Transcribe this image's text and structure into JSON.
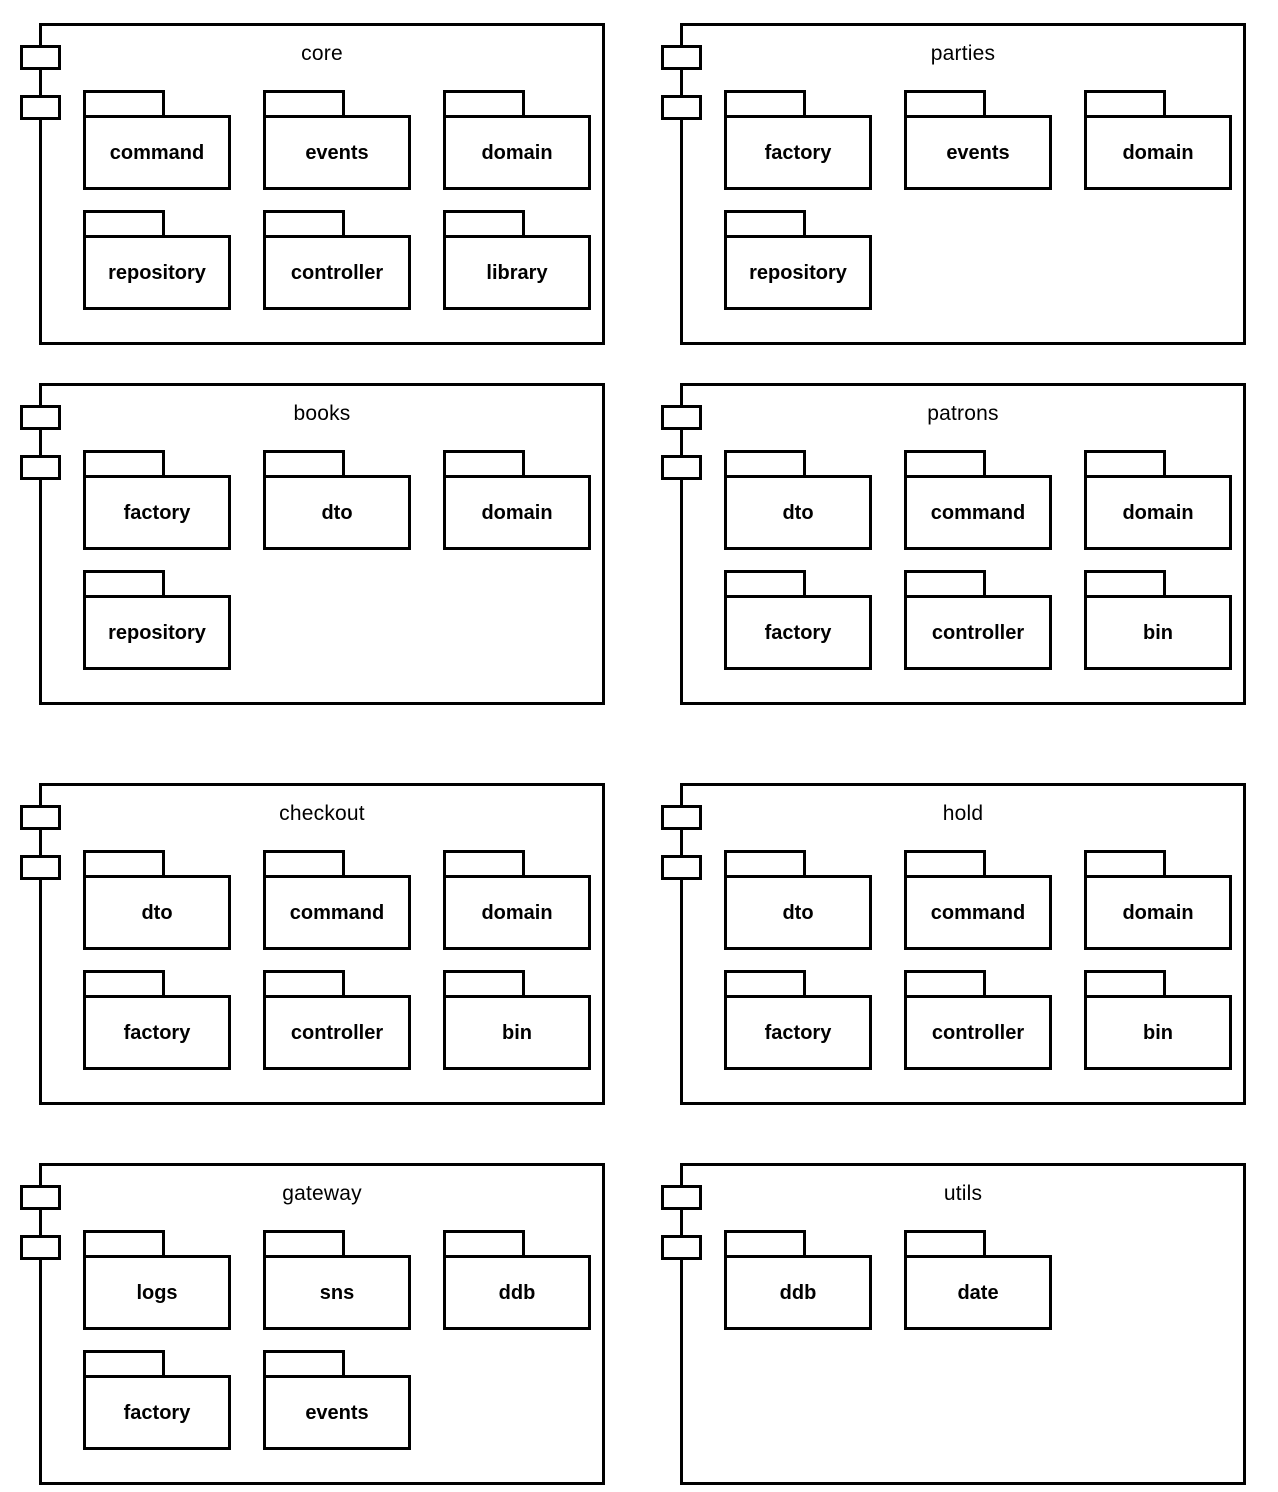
{
  "diagram": {
    "type": "uml-component-diagram",
    "title": "",
    "colors": {
      "stroke": "#000000",
      "fill": "#ffffff",
      "text": "#000000"
    },
    "layout": {
      "columns": 2,
      "rows": 4,
      "package_columns": 3,
      "package_rows": 2
    },
    "components": [
      {
        "name": "core",
        "icon": "uml-component-icon",
        "packages": [
          {
            "label": "command"
          },
          {
            "label": "events"
          },
          {
            "label": "domain"
          },
          {
            "label": "repository"
          },
          {
            "label": "controller"
          },
          {
            "label": "library"
          }
        ]
      },
      {
        "name": "parties",
        "icon": "uml-component-icon",
        "packages": [
          {
            "label": "factory"
          },
          {
            "label": "events"
          },
          {
            "label": "domain"
          },
          {
            "label": "repository"
          }
        ]
      },
      {
        "name": "books",
        "icon": "uml-component-icon",
        "packages": [
          {
            "label": "factory"
          },
          {
            "label": "dto"
          },
          {
            "label": "domain"
          },
          {
            "label": "repository"
          }
        ]
      },
      {
        "name": "patrons",
        "icon": "uml-component-icon",
        "packages": [
          {
            "label": "dto"
          },
          {
            "label": "command"
          },
          {
            "label": "domain"
          },
          {
            "label": "factory"
          },
          {
            "label": "controller"
          },
          {
            "label": "bin"
          }
        ]
      },
      {
        "name": "checkout",
        "icon": "uml-component-icon",
        "packages": [
          {
            "label": "dto"
          },
          {
            "label": "command"
          },
          {
            "label": "domain"
          },
          {
            "label": "factory"
          },
          {
            "label": "controller"
          },
          {
            "label": "bin"
          }
        ]
      },
      {
        "name": "hold",
        "icon": "uml-component-icon",
        "packages": [
          {
            "label": "dto"
          },
          {
            "label": "command"
          },
          {
            "label": "domain"
          },
          {
            "label": "factory"
          },
          {
            "label": "controller"
          },
          {
            "label": "bin"
          }
        ]
      },
      {
        "name": "gateway",
        "icon": "uml-component-icon",
        "packages": [
          {
            "label": "logs"
          },
          {
            "label": "sns"
          },
          {
            "label": "ddb"
          },
          {
            "label": "factory"
          },
          {
            "label": "events"
          }
        ]
      },
      {
        "name": "utils",
        "icon": "uml-component-icon",
        "packages": [
          {
            "label": "ddb"
          },
          {
            "label": "date"
          }
        ]
      }
    ]
  }
}
